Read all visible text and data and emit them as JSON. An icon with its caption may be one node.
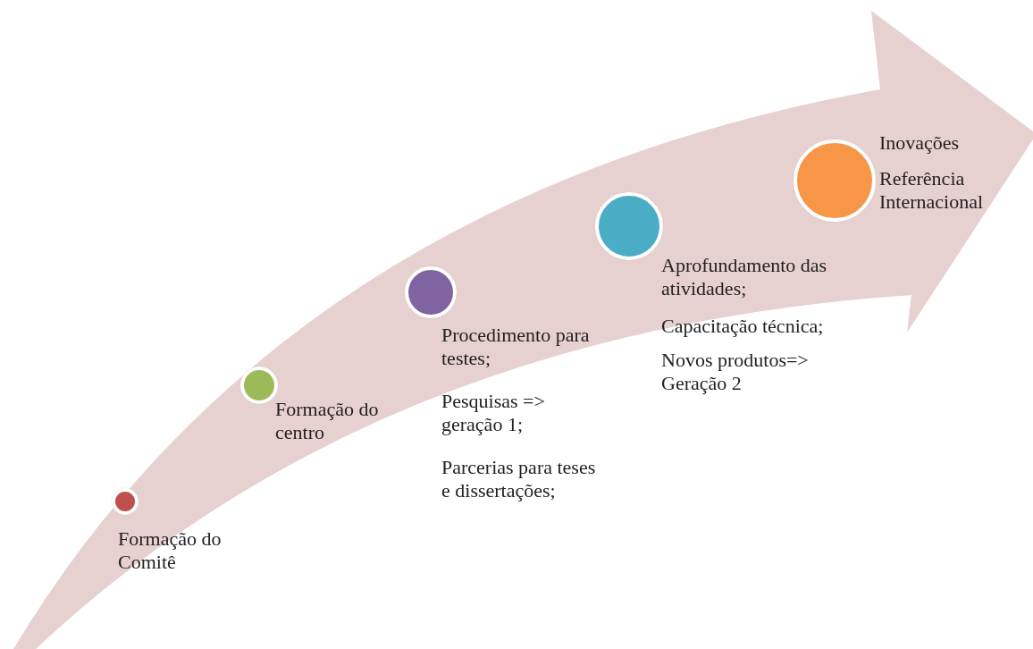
{
  "diagram": {
    "nodes": [
      {
        "text": [
          "Formação do Comitê"
        ]
      },
      {
        "text": [
          "Formação do centro"
        ]
      },
      {
        "text": [
          "Procedimento para testes;",
          "Pesquisas => geração 1;",
          "Parcerias para teses e dissertações;"
        ]
      },
      {
        "text": [
          "Aprofundamento das atividades;",
          "Capacitação técnica;",
          "Novos produtos=> Geração 2"
        ]
      },
      {
        "text": [
          "Inovações",
          "Referência Internacional"
        ]
      }
    ]
  }
}
